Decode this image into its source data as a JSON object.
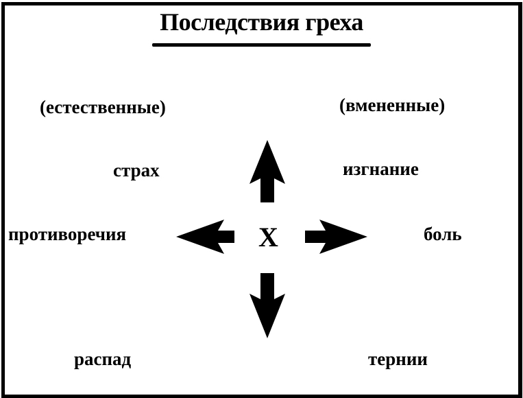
{
  "title": "Последствия греха",
  "center_label": "X",
  "left_column": {
    "header": "(естественные)",
    "items": [
      "страх",
      "противоречия",
      "распад"
    ]
  },
  "right_column": {
    "header": "(вмененные)",
    "items": [
      "изгнание",
      "боль",
      "тернии"
    ]
  }
}
